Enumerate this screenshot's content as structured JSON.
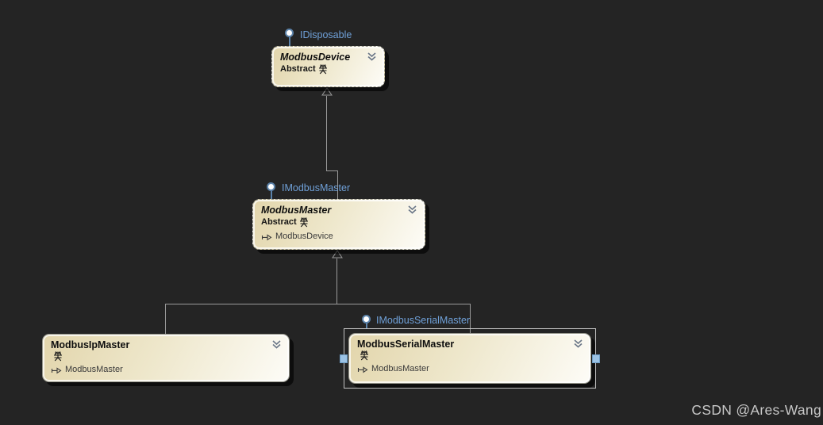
{
  "diagram": {
    "tool": "class-designer-canvas",
    "interfaces": [
      {
        "label": "IDisposable",
        "attached_to": "ModbusDevice"
      },
      {
        "label": "IModbusMaster",
        "attached_to": "ModbusMaster"
      },
      {
        "label": "IModbusSerialMaster",
        "attached_to": "ModbusSerialMaster"
      }
    ],
    "classes": [
      {
        "title": "ModbusDevice",
        "modifier": "Abstract",
        "kind_char": "类",
        "base": "",
        "abstract": true,
        "selected": false
      },
      {
        "title": "ModbusMaster",
        "modifier": "Abstract",
        "kind_char": "类",
        "base": "ModbusDevice",
        "abstract": true,
        "selected": false
      },
      {
        "title": "ModbusIpMaster",
        "modifier": "",
        "kind_char": "类",
        "base": "ModbusMaster",
        "abstract": false,
        "selected": false
      },
      {
        "title": "ModbusSerialMaster",
        "modifier": "",
        "kind_char": "类",
        "base": "ModbusMaster",
        "abstract": false,
        "selected": true
      }
    ],
    "relations": [
      {
        "type": "inheritance",
        "from": "ModbusMaster",
        "to": "ModbusDevice"
      },
      {
        "type": "inheritance",
        "from": "ModbusIpMaster, ModbusSerialMaster",
        "to": "ModbusMaster"
      }
    ]
  },
  "icons": {
    "collapse_chevron": "chevron-double-down",
    "class_kind": "类",
    "inherits_arrow": "arrow-right-open-with-tick",
    "interface_lollipop": "circle-on-stick"
  },
  "colors": {
    "background": "#242424",
    "node_gradient_start": "#e2d5ab",
    "node_gradient_end": "#fdfcf7",
    "node_border": "#95958a",
    "connector": "#9a9a9a",
    "interface_text": "#6fa0d8",
    "lollipop_stroke": "#5c83aa",
    "selection_border": "#c2c2c2",
    "selection_handle": "#9cc3e5",
    "watermark_text": "#c7c7c7"
  },
  "watermark": "CSDN @Ares-Wang"
}
